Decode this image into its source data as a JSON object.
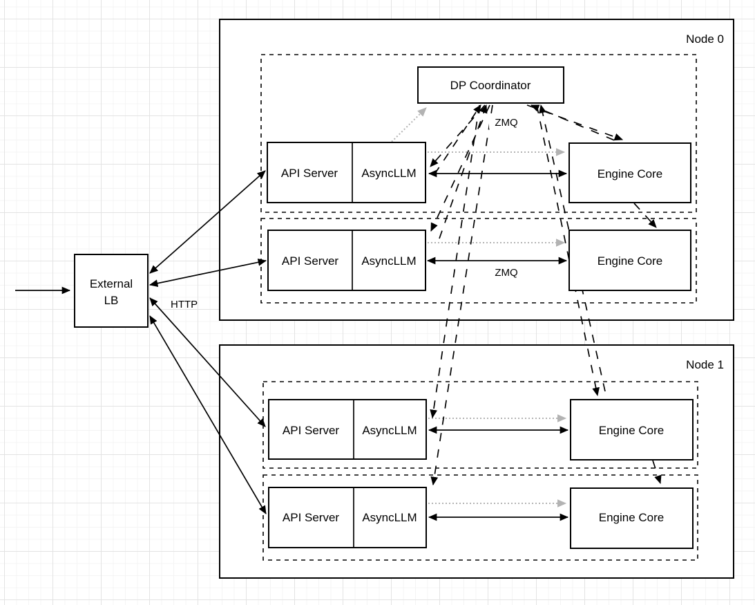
{
  "diagram": {
    "title_hint": "vLLM data-parallel deployment diagram",
    "colors": {
      "stroke": "#000000",
      "gray_link": "#b3b3b3",
      "shape_fill": "#ffffff",
      "grid_minor": "#f4f4f4",
      "grid_major": "#e3e3e3"
    },
    "external_lb": {
      "line1": "External",
      "line2": "LB"
    },
    "labels": {
      "http": "HTTP",
      "zmq_coordinator": "ZMQ",
      "zmq_row": "ZMQ"
    },
    "node0": {
      "title": "Node 0",
      "dp_coordinator": "DP Coordinator",
      "row1": {
        "api": "API Server",
        "async": "AsyncLLM",
        "engine": "Engine Core"
      },
      "row2": {
        "api": "API Server",
        "async": "AsyncLLM",
        "engine": "Engine Core"
      }
    },
    "node1": {
      "title": "Node 1",
      "row1": {
        "api": "API Server",
        "async": "AsyncLLM",
        "engine": "Engine Core"
      },
      "row2": {
        "api": "API Server",
        "async": "AsyncLLM",
        "engine": "Engine Core"
      }
    }
  }
}
